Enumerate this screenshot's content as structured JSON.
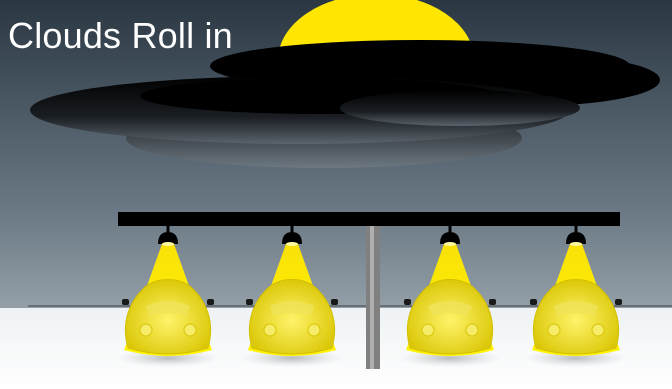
{
  "scene": {
    "title": "Clouds Roll in",
    "colors": {
      "sky_top": "#2d3a46",
      "sky_bottom": "#a8b2b8",
      "ground": "#f4f7f8",
      "sun": "#ffe600",
      "cloud_dark": "#000000",
      "canopy": "#000000",
      "pole": "#7d7d7d",
      "light_beam": "#ffe600",
      "car": "#e0d000"
    },
    "fixtures": [
      {
        "name": "light-1"
      },
      {
        "name": "light-2"
      },
      {
        "name": "light-3"
      },
      {
        "name": "light-4"
      }
    ],
    "cars": [
      {
        "name": "car-1"
      },
      {
        "name": "car-2"
      },
      {
        "name": "car-3"
      },
      {
        "name": "car-4"
      }
    ]
  }
}
